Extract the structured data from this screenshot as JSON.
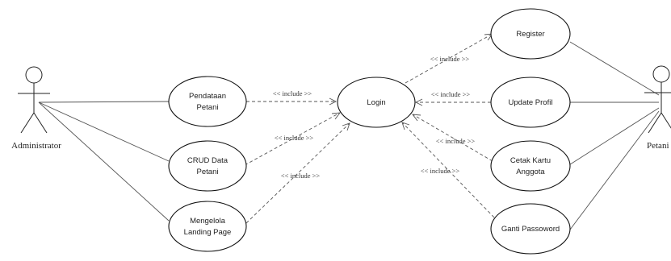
{
  "actors": {
    "admin": "Administrator",
    "petani": "Petani"
  },
  "usecases": {
    "login": "Login",
    "pendataan_line1": "Pendataan",
    "pendataan_line2": "Petani",
    "crud_line1": "CRUD Data",
    "crud_line2": "Petani",
    "mengelola_line1": "Mengelola",
    "mengelola_line2": "Landing Page",
    "register": "Register",
    "update_profil": "Update Profil",
    "cetak_line1": "Cetak Kartu",
    "cetak_line2": "Anggota",
    "ganti_password": "Ganti Passoword"
  },
  "relations": {
    "include": "<< include >>"
  }
}
